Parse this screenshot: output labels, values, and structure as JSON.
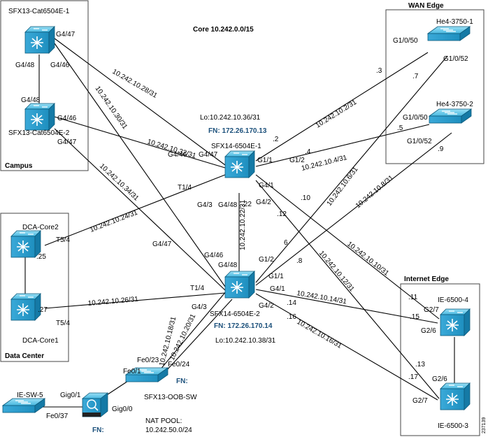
{
  "title": "Core 10.242.0.0/15",
  "figure_id": "237139",
  "colors": {
    "device_light": "#5ec8ea",
    "device_dark": "#1e8fbf",
    "line": "#000000",
    "fn_text": "#1a4f7a"
  },
  "boxes": {
    "wan": "WAN Edge",
    "campus": "Campus",
    "datacenter": "Data Center",
    "internet": "Internet Edge"
  },
  "devices": {
    "sfx13_1": "SFX13-Cat6504E-1",
    "sfx13_2": "SFX13-Cat6504E-2",
    "he4_1": "He4-3750-1",
    "he4_2": "He4-3750-2",
    "core1": "SFX14-6504E-1",
    "core2": "SFX14-6504E-2",
    "dca2": "DCA-Core2",
    "dca1": "DCA-Core1",
    "ie4": "IE-6500-4",
    "ie3": "IE-6500-3",
    "oob": "SFX13-OOB-SW",
    "iesw5": "IE-SW-5"
  },
  "core1_lo": "Lo:10.242.10.36/31",
  "core1_fn": "FN: 172.26.170.13",
  "core2_lo": "Lo:10.242.10.38/31",
  "core2_fn": "FN: 172.26.170.14",
  "oob_fn": "FN:",
  "fw_fn": "FN:",
  "nat_label": "NAT POOL:",
  "nat_value": "10.242.50.0/24",
  "subnets": {
    "s28": "10.242.10.28/31",
    "s30": "10.242.10.30/31",
    "s32": "10.242.10.32/31",
    "s34": "10.242.10.34/31",
    "s24": "10.242.10.24/31",
    "s26": "10.242.10.26/31",
    "s2": "10.242.10.2/31",
    "s4": "10.242.10.4/31",
    "s6": "10.242.10.6/31",
    "s8": "10.242.10.8/31",
    "s10": "10.242.10.10/31",
    "s12": "10.242.10.12/31",
    "s14": "10.242.10.14/31",
    "s16": "10.242.10.16/31",
    "s18": "10.242.10.18/31",
    "s20": "10.242.10.20/31",
    "s22": "10.242.10.22/31"
  },
  "ports": {
    "p_g447_a": "G4/47",
    "p_g448_a": "G4/48",
    "p_g446_a": "G4/46",
    "p_g448_b": "G4/48",
    "p_g446_b": "G4/46",
    "p_g447_b": "G4/47",
    "p_g4_46_c1": "G4/46",
    "p_g4_47_c1": "G4/47",
    "p_g1_1_c1": "G1/1",
    "p_g1_2_c1": "G1/2",
    "p_t14_c1": "T1/4",
    "p_g4_3_c1": "G4/3",
    "p_g4_48_c1": "G4/48",
    "p_g4_1_c1": "G4/1",
    "p_g4_2_c1": "G4/2",
    "p_g4_47_c2": "G4/47",
    "p_g4_46_c2": "G4/46",
    "p_g4_48_c2": "G4/48",
    "p_g1_2_c2": "G1/2",
    "p_g1_1_c2": "G1/1",
    "p_t14_c2": "T1/4",
    "p_g4_1_c2": "G4/1",
    "p_g4_3_c2": "G4/3",
    "p_g4_2_c2": "G4/2",
    "p_t54_2": "T5/4",
    "p_t54_1": "T5/4",
    "p_he1_g150": "G1/0/50",
    "p_he1_g152": "G1/0/52",
    "p_he2_g150": "G1/0/50",
    "p_he2_g152": "G1/0/52",
    "p_ie4_g27": "G2/7",
    "p_ie4_g26": "G2/6",
    "p_ie3_g26": "G2/6",
    "p_ie3_g27": "G2/7",
    "p_fe023": "Fe0/23",
    "p_fe024": "Fe0/24",
    "p_fe01": "Fe0/1",
    "p_gig01": "Gig0/1",
    "p_gig00": "Gig0/0",
    "p_fe037": "Fe0/37"
  },
  "hosts": {
    "h3": ".3",
    "h7": ".7",
    "h5": ".5",
    "h9": ".9",
    "h2": ".2",
    "h4": ".4",
    "h10": ".10",
    "h12": ".12",
    "h22": ".22",
    "h6": "6",
    "h8": ".8",
    "h25": ".25",
    "h27": ".27",
    "h11": ".11",
    "h15": ".15",
    "h14": ".14",
    "h16": ".16",
    "h13": ".13",
    "h17": ".17"
  }
}
